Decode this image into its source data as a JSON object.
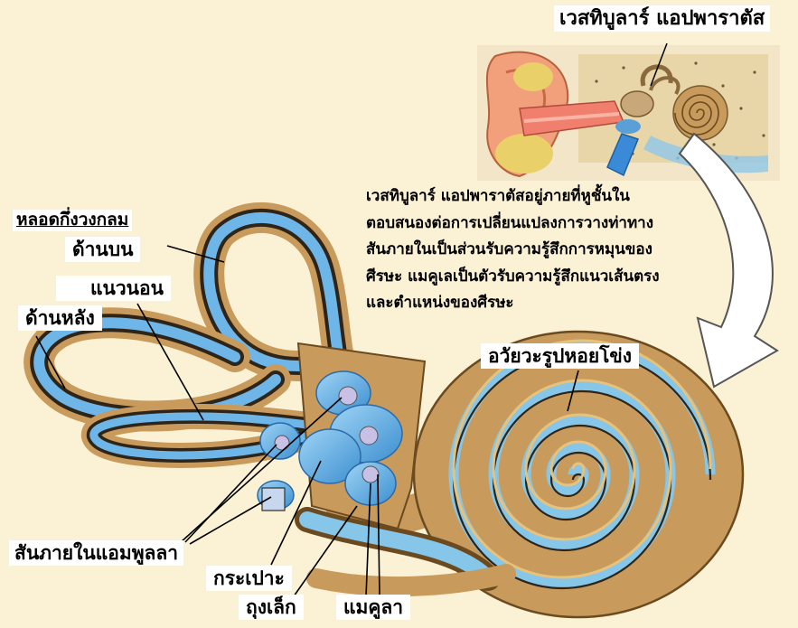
{
  "title": "เวสทิบูลาร์ แอปพาราตัส",
  "description": [
    "เวสทิบูลาร์ แอปพาราตัสอยู่ภายที่หูชั้นใน",
    "ตอบสนองต่อการเปลี่ยนแปลงการวางท่าทาง",
    "สันภายในเป็นส่วนรับความรู้สึกการหมุนของ",
    "ศีรษะ แมคูเลเป็นตัวรับความรู้สึกแนวเส้นตรง",
    "และตำแหน่งของศีรษะ"
  ],
  "labels": {
    "semicircular_canals": "หลอดกึ่งวงกลม",
    "superior": "ด้านบน",
    "horizontal": "แนวนอน",
    "posterior": "ด้านหลัง",
    "cochlea": "อวัยวะรูปหอยโข่ง",
    "ampulla_crista": "สันภายในแอมพูลลา",
    "utricle": "กระเปาะ",
    "saccule": "ถุงเล็ก",
    "macula": "แมคูลา"
  },
  "colors": {
    "background": "#fbf1d4",
    "canal_outer": "#c89a5c",
    "canal_lumen": "#6eb6e8",
    "cochlea_tan": "#c89a5c",
    "cochlea_blue": "#86c6e8",
    "ear_skin": "#f2a07c",
    "arrow_fill": "#ffffff"
  }
}
